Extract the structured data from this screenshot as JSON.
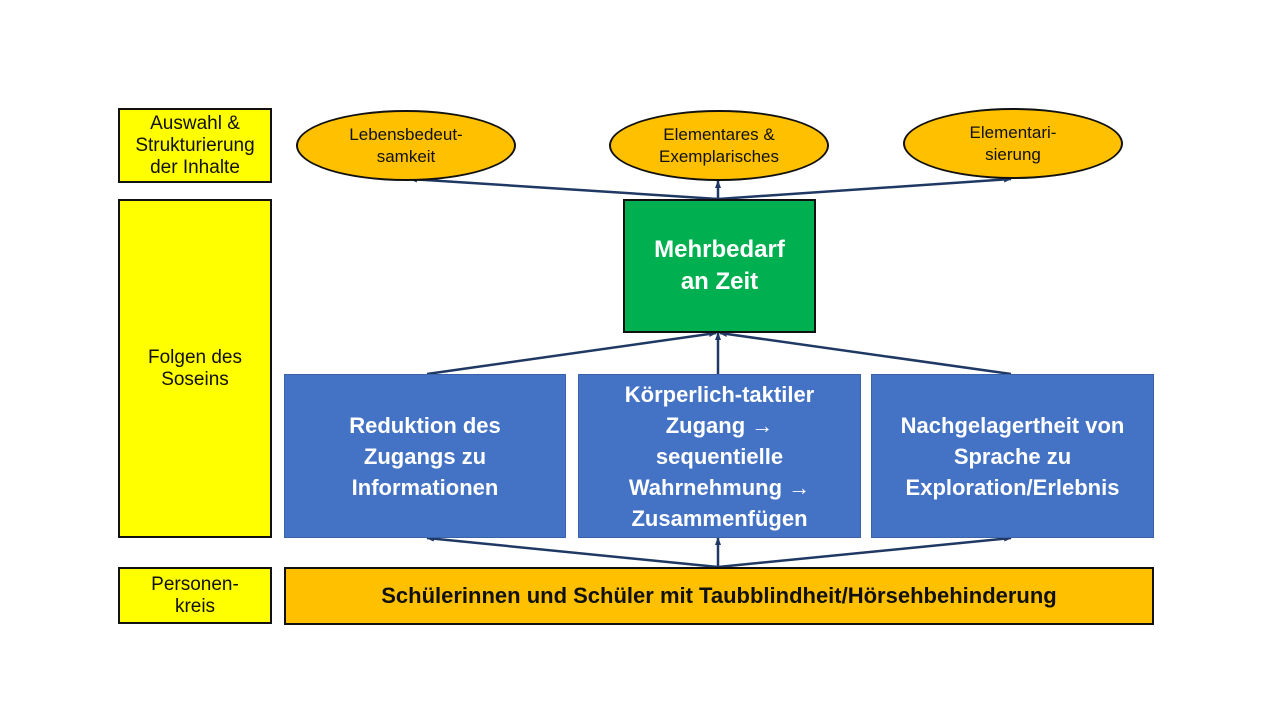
{
  "side_labels": [
    {
      "lines": [
        "Auswahl &",
        "Strukturierung",
        "der Inhalte"
      ]
    },
    {
      "lines": [
        "Folgen des",
        "Soseins"
      ]
    },
    {
      "lines": [
        "Personen-",
        "kreis"
      ]
    }
  ],
  "ellipses": [
    {
      "lines": [
        "Lebensbedeut-",
        "samkeit"
      ]
    },
    {
      "lines": [
        "Elementares &",
        "Exemplarisches"
      ]
    },
    {
      "lines": [
        "Elementari-",
        "sierung"
      ]
    }
  ],
  "center_box": {
    "lines": [
      "Mehrbedarf",
      "an Zeit"
    ]
  },
  "consequences": [
    {
      "lines": [
        "Reduktion des",
        "Zugangs zu",
        "Informationen"
      ]
    },
    {
      "lines": [
        "Körperlich-taktiler",
        "Zugang →",
        "sequentielle",
        "Wahrnehmung →",
        "Zusammenfügen"
      ]
    },
    {
      "lines": [
        "Nachgelagertheit von",
        "Sprache zu",
        "Exploration/Erlebnis"
      ]
    }
  ],
  "target_group": "Schülerinnen und Schüler mit Taubblindheit/Hörsehbehinderung",
  "colors": {
    "yellow": "#ffff00",
    "orange": "#ffc000",
    "green": "#00b050",
    "blue": "#4472c4",
    "arrow": "#1f3864"
  }
}
